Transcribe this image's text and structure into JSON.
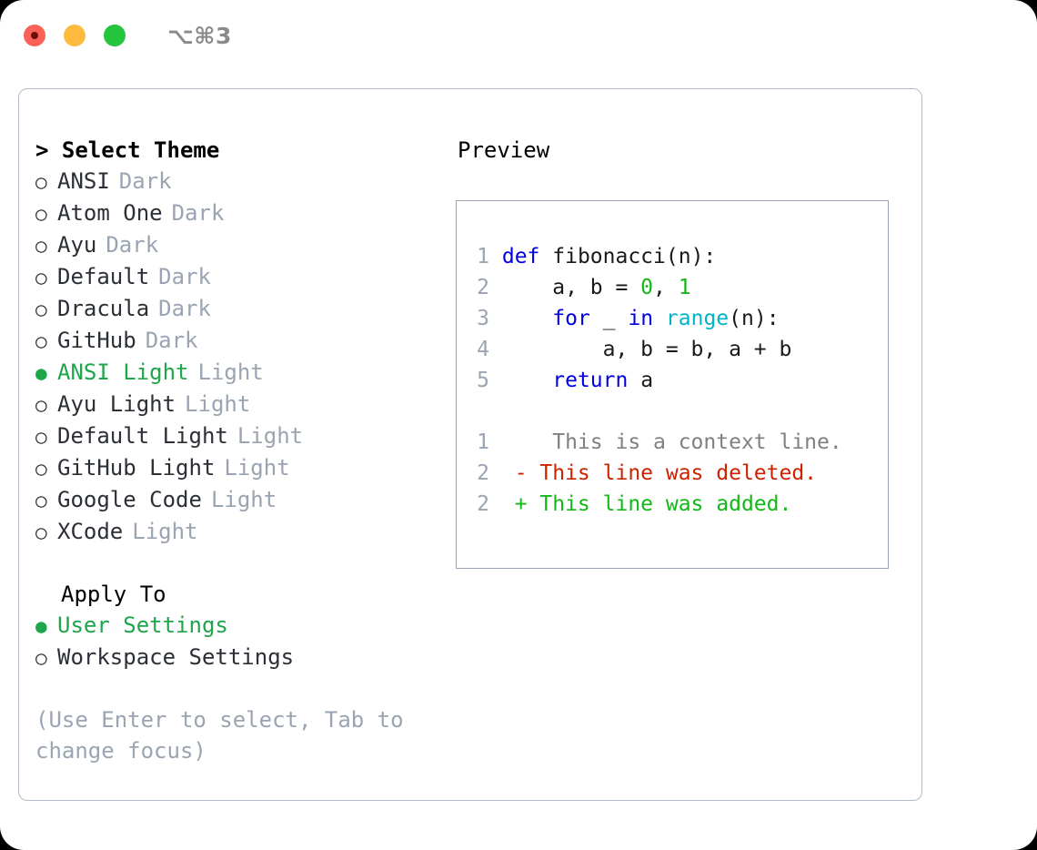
{
  "titlebar": {
    "shortcut": "⌥⌘3",
    "buttons": [
      {
        "name": "close",
        "color": "#fa6159"
      },
      {
        "name": "minimize",
        "color": "#fdbc40"
      },
      {
        "name": "maximize",
        "color": "#25c53d"
      }
    ]
  },
  "theme_picker": {
    "header": "> Select Theme",
    "items": [
      {
        "marker": "○",
        "label": "ANSI",
        "variant": "Dark",
        "selected": false
      },
      {
        "marker": "○",
        "label": "Atom One",
        "variant": "Dark",
        "selected": false
      },
      {
        "marker": "○",
        "label": "Ayu",
        "variant": "Dark",
        "selected": false
      },
      {
        "marker": "○",
        "label": "Default",
        "variant": "Dark",
        "selected": false
      },
      {
        "marker": "○",
        "label": "Dracula",
        "variant": "Dark",
        "selected": false
      },
      {
        "marker": "○",
        "label": "GitHub",
        "variant": "Dark",
        "selected": false
      },
      {
        "marker": "●",
        "label": "ANSI Light",
        "variant": "Light",
        "selected": true
      },
      {
        "marker": "○",
        "label": "Ayu Light",
        "variant": "Light",
        "selected": false
      },
      {
        "marker": "○",
        "label": "Default Light",
        "variant": "Light",
        "selected": false
      },
      {
        "marker": "○",
        "label": "GitHub Light",
        "variant": "Light",
        "selected": false
      },
      {
        "marker": "○",
        "label": "Google Code",
        "variant": "Light",
        "selected": false
      },
      {
        "marker": "○",
        "label": "XCode",
        "variant": "Light",
        "selected": false
      }
    ]
  },
  "apply_to": {
    "header": "Apply To",
    "items": [
      {
        "marker": "●",
        "label": "User Settings",
        "selected": true
      },
      {
        "marker": "○",
        "label": "Workspace Settings",
        "selected": false
      }
    ]
  },
  "hint": "(Use Enter to select, Tab to change focus)",
  "preview": {
    "title": "Preview",
    "code_lines": [
      {
        "number": "1",
        "tokens": [
          {
            "text": " ",
            "kind": "pln"
          },
          {
            "text": "def",
            "kind": "kw"
          },
          {
            "text": " fibonacci(n):",
            "kind": "pln"
          }
        ]
      },
      {
        "number": "2",
        "tokens": [
          {
            "text": "     a, b = ",
            "kind": "pln"
          },
          {
            "text": "0",
            "kind": "num"
          },
          {
            "text": ", ",
            "kind": "pln"
          },
          {
            "text": "1",
            "kind": "num"
          }
        ]
      },
      {
        "number": "3",
        "tokens": [
          {
            "text": "     ",
            "kind": "pln"
          },
          {
            "text": "for",
            "kind": "kw"
          },
          {
            "text": " _ ",
            "kind": "pln"
          },
          {
            "text": "in",
            "kind": "kw"
          },
          {
            "text": " ",
            "kind": "pln"
          },
          {
            "text": "range",
            "kind": "fn"
          },
          {
            "text": "(n):",
            "kind": "pln"
          }
        ]
      },
      {
        "number": "4",
        "tokens": [
          {
            "text": "         a, b = b, a + b",
            "kind": "pln"
          }
        ]
      },
      {
        "number": "5",
        "tokens": [
          {
            "text": "     ",
            "kind": "pln"
          },
          {
            "text": "return",
            "kind": "kw"
          },
          {
            "text": " a",
            "kind": "pln"
          }
        ]
      }
    ],
    "diff_lines": [
      {
        "number": "1",
        "sign": " ",
        "text": "  This is a context line.",
        "kind": "ctx"
      },
      {
        "number": "2",
        "sign": "-",
        "text": " This line was deleted.",
        "kind": "del"
      },
      {
        "number": "2",
        "sign": "+",
        "text": " This line was added.",
        "kind": "add"
      }
    ]
  },
  "colors": {
    "accent_green": "#1ea64a",
    "muted_gray": "#9aa4b2",
    "keyword_blue": "#0000e6",
    "function_cyan": "#00b4c8",
    "number_green": "#12b814",
    "diff_delete_red": "#cc2200",
    "diff_add_green": "#12b814",
    "panel_border": "#b3bcc9",
    "preview_border": "#97a3b2"
  }
}
